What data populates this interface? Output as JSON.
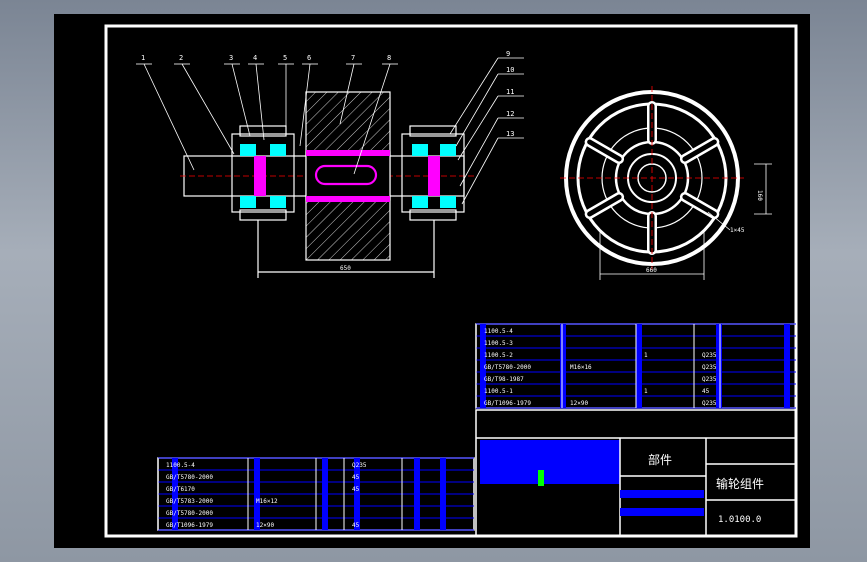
{
  "colors": {
    "background": "#000000",
    "line": "#ffffff",
    "magenta": "#ff00ff",
    "blue": "#0000ff",
    "cyan": "#00ffff",
    "green": "#00ff00",
    "hatch": "#ffffff"
  },
  "callouts": {
    "top": [
      "1",
      "2",
      "3",
      "4",
      "5",
      "6",
      "7",
      "8"
    ],
    "right": [
      "9",
      "10",
      "11",
      "12",
      "13"
    ]
  },
  "dimensions": {
    "shaft_length": "650",
    "wheel_width": "660",
    "height": "160",
    "small": "1×45"
  },
  "bom_upper": [
    [
      "1100.5-4",
      "",
      "",
      ""
    ],
    [
      "1100.5-3",
      "",
      "",
      ""
    ],
    [
      "1100.5-2",
      "",
      "1",
      "Q235"
    ],
    [
      "GB/T5780-2000",
      "M16×16",
      "",
      "Q235"
    ],
    [
      "GB/T98-1987",
      "",
      "",
      "Q235"
    ],
    [
      "1100.5-1",
      "",
      "1",
      "45"
    ],
    [
      "GB/T1096-1979",
      "12×90",
      "",
      "Q235"
    ]
  ],
  "bom_upper_header": [
    "",
    "",
    "",
    "",
    ""
  ],
  "bom_lower": [
    [
      "1100.5-4",
      "",
      "",
      "Q235"
    ],
    [
      "GB/T5780-2000",
      "",
      "",
      "45"
    ],
    [
      "GB/T6170",
      "",
      "",
      "45"
    ],
    [
      "GB/T5783-2000",
      "M16×12",
      "",
      ""
    ],
    [
      "GB/T5780-2000",
      "",
      "",
      ""
    ],
    [
      "GB/T1096-1979",
      "12×90",
      "",
      "45"
    ]
  ],
  "title_block": {
    "part_type": "部件",
    "part_name": "输轮组件",
    "drawing_no": "1.0100.0"
  }
}
